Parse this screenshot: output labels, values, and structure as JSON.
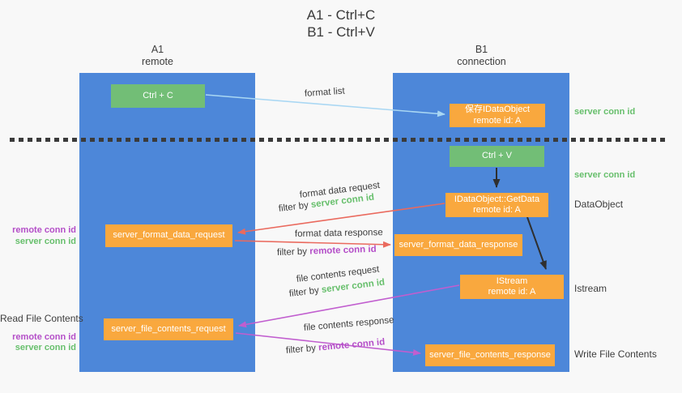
{
  "colors": {
    "background": "#f8f8f8",
    "column_blue": "#4d87d9",
    "box_green": "#72be76",
    "box_orange": "#f9a83e",
    "text_dark": "#3d3d3d",
    "text_green": "#67bf6c",
    "text_purple": "#b44ec8",
    "arrow_blue": "#a9d7f3",
    "arrow_red": "#ea6a5e",
    "arrow_purple": "#c15ecf",
    "arrow_black": "#2f2f2f",
    "dotted_line": "#3b3b3b"
  },
  "title": {
    "line1": "A1 - Ctrl+C",
    "line2": "B1 - Ctrl+V"
  },
  "lanes": {
    "a1": {
      "name": "A1",
      "subtitle": "remote"
    },
    "b1": {
      "name": "B1",
      "subtitle": "connection"
    }
  },
  "boxes": {
    "ctrl_c": {
      "label": "Ctrl + C"
    },
    "save_dataobject": {
      "line1": "保存IDataObject",
      "line2": "remote id: A"
    },
    "ctrl_v": {
      "label": "Ctrl + V"
    },
    "getdata": {
      "line1": "IDataObject::GetData",
      "line2": "remote id: A"
    },
    "server_format_data_request": {
      "label": "server_format_data_request"
    },
    "server_format_data_response": {
      "label": "server_format_data_response"
    },
    "istream": {
      "line1": "IStream",
      "line2": "remote id: A"
    },
    "server_file_contents_request": {
      "label": "server_file_contents_request"
    },
    "server_file_contents_response": {
      "label": "server_file_contents_response"
    }
  },
  "flow_labels": {
    "format_list": "format list",
    "format_data_request": "format data request",
    "format_data_response": "format data response",
    "file_contents_request": "file contents request",
    "file_contents_response": "file contents response",
    "filter_by": "filter by ",
    "server_conn_id": "server conn id",
    "remote_conn_id": "remote conn id"
  },
  "side_labels": {
    "remote_conn_id": "remote conn id",
    "server_conn_id": "server conn id",
    "read_file_contents": "Read File Contents",
    "dataobject": "DataObject",
    "istream": "Istream",
    "write_file_contents": "Write File Contents"
  }
}
